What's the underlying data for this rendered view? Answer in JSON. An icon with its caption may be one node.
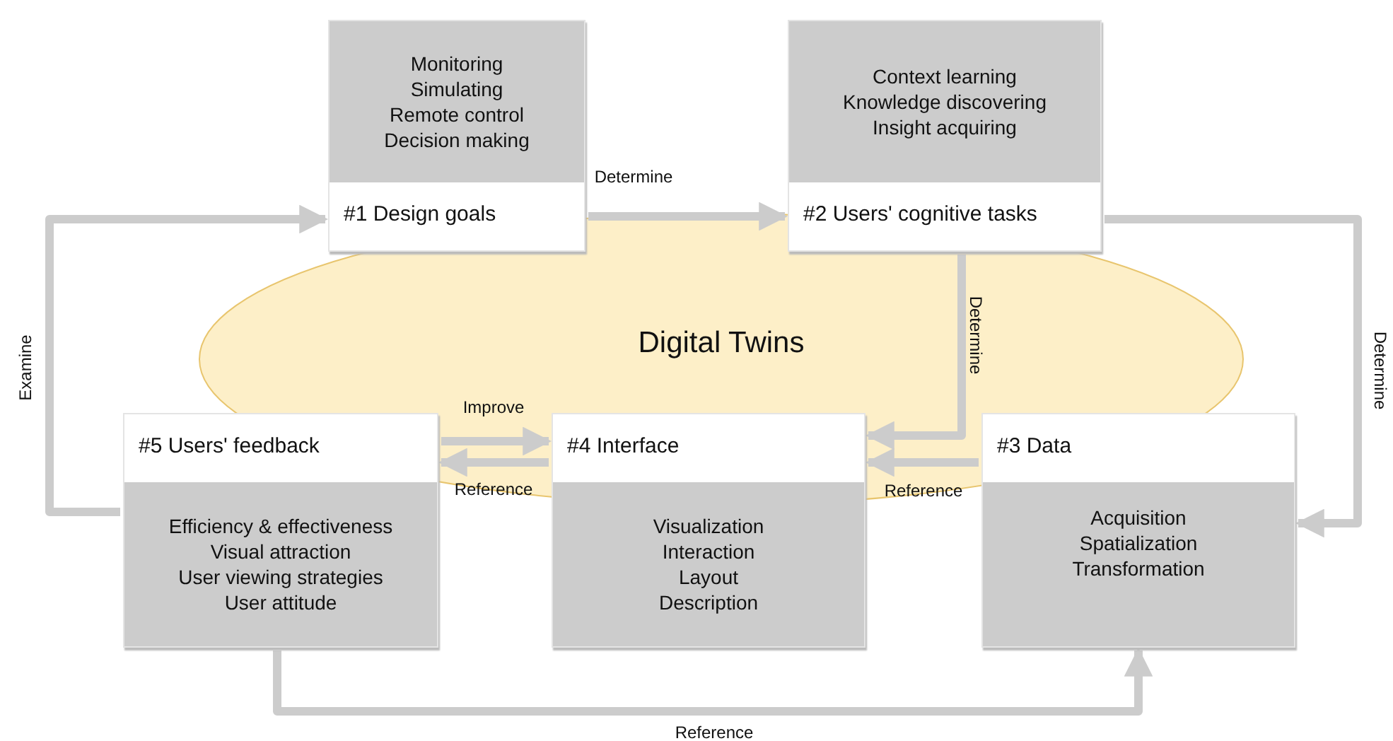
{
  "diagram": {
    "nodes": [
      {
        "text": [
          "Monitoring",
          "Simulating",
          "Remote control",
          "Decision making",
          "#1 Design goals"
        ]
      },
      {
        "text": [
          "Context learning",
          "Knowledge discovering",
          "Insight acquiring",
          "#2 Users' cognitive tasks"
        ]
      },
      {
        "text": [
          "#3 Data",
          "Acquisition",
          "Spatialization",
          "Transformation"
        ]
      },
      {
        "text": [
          "#4 Interface",
          "Visualization",
          "Interaction",
          "Layout",
          "Description"
        ]
      },
      {
        "text": [
          "#5 Users' feedback",
          "Efficiency & effectiveness",
          "Visual attraction",
          "User viewing strategies",
          "User attitude"
        ]
      }
    ],
    "edges": [
      {
        "from": 0,
        "to": 1,
        "arrow": "to",
        "label": "Determine"
      },
      {
        "from": 1,
        "to": 3,
        "arrow": "to",
        "label": "Determine"
      },
      {
        "from": 1,
        "to": 2,
        "arrow": "to",
        "label": "Determine"
      },
      {
        "from": 2,
        "to": 3,
        "arrow": "to",
        "label": "Reference"
      },
      {
        "from": 4,
        "to": 3,
        "arrow": "to",
        "label": "Improve"
      },
      {
        "from": 3,
        "to": 4,
        "arrow": "to",
        "label": "Reference"
      },
      {
        "from": 4,
        "to": 0,
        "arrow": "to",
        "label": "Examine"
      },
      {
        "from": 4,
        "to": 2,
        "arrow": "to",
        "label": "Reference"
      }
    ],
    "labels": [
      "Digital Twins"
    ]
  }
}
